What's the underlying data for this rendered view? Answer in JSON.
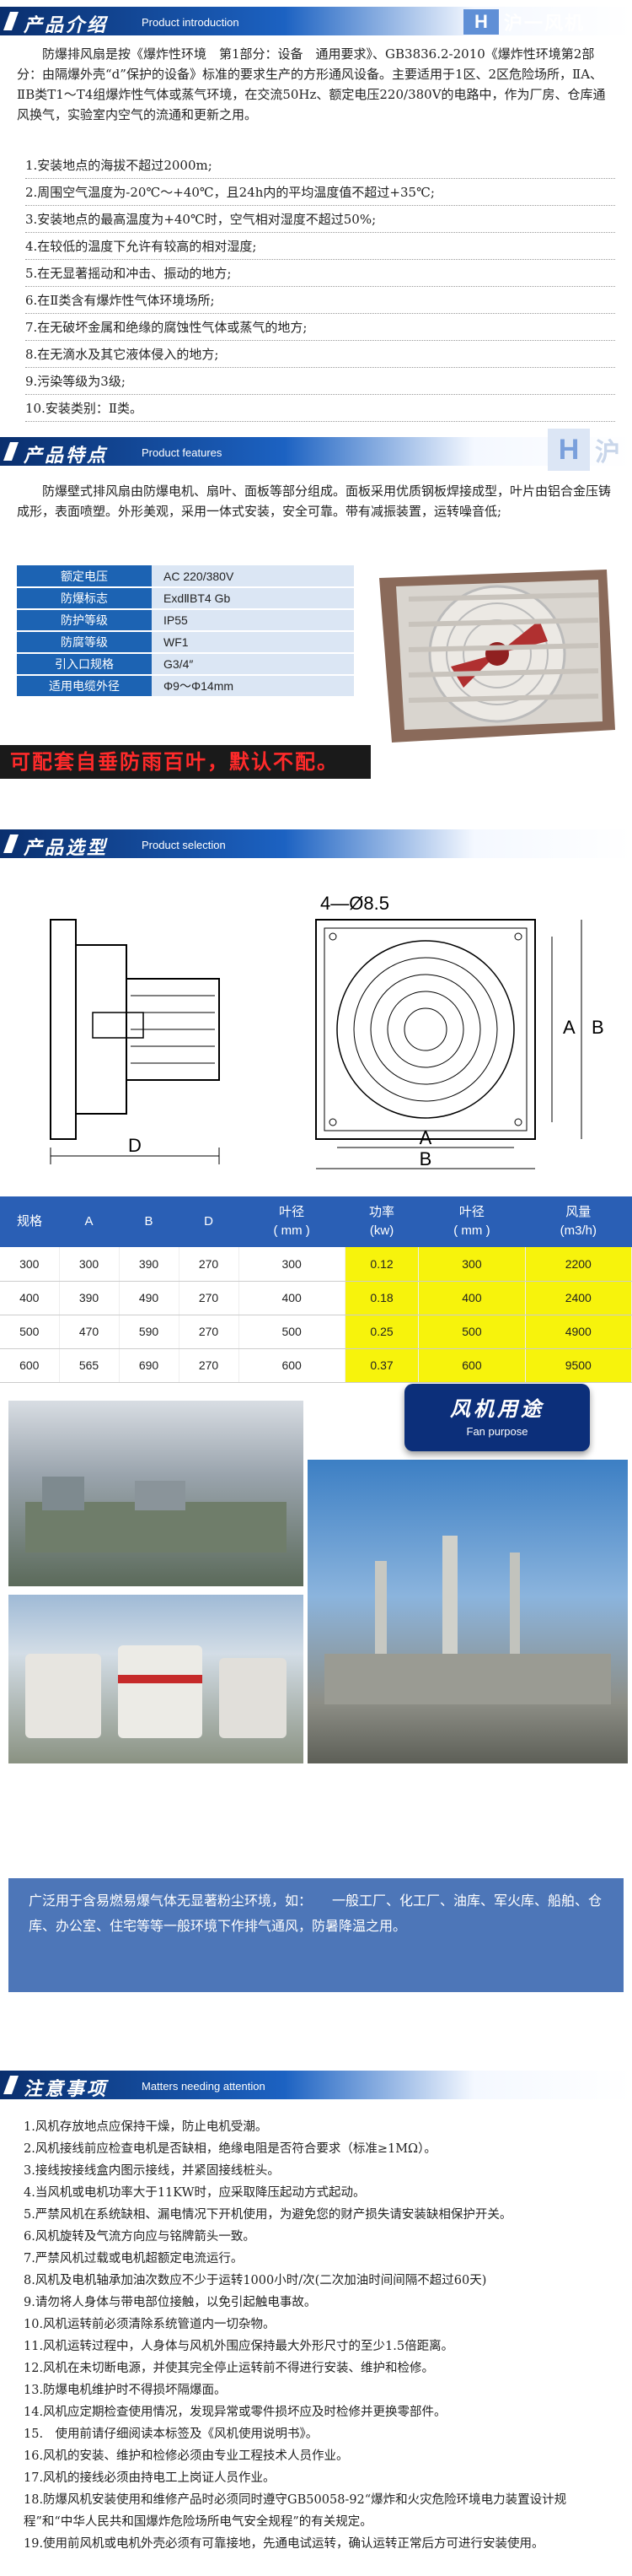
{
  "brand": {
    "mark": "H",
    "name": "沪一风机",
    "mark2": "沪"
  },
  "section1": {
    "title_zh": "产品介绍",
    "title_en": "Product introduction",
    "intro": "防爆排风扇是按《爆炸性环境　第1部分：设备　通用要求》、GB3836.2-2010《爆炸性环境第2部分：由隔爆外壳“d”保护的设备》标准的要求生产的方形通风设备。主要适用于1区、2区危险场所，ⅡA、ⅡB类T1～T4组爆炸性气体或蒸气环境，在交流50Hz、额定电压220/380V的电路中，作为厂房、仓库通风换气，实验室内空气的流通和更新之用。",
    "items": [
      "1.安装地点的海拔不超过2000m;",
      "2.周围空气温度为-20℃～+40℃，且24h内的平均温度值不超过+35℃;",
      "3.安装地点的最高温度为+40℃时，空气相对湿度不超过50%;",
      "4.在较低的温度下允许有较高的相对湿度;",
      "5.在无显著摇动和冲击、振动的地方;",
      "6.在Ⅱ类含有爆炸性气体环境场所;",
      "7.在无破坏金属和绝缘的腐蚀性气体或蒸气的地方;",
      "8.在无滴水及其它液体侵入的地方;",
      "9.污染等级为3级;",
      "10.安装类别：Ⅱ类。"
    ]
  },
  "section2": {
    "title_zh": "产品特点",
    "title_en": "Product features",
    "desc": "防爆壁式排风扇由防爆电机、扇叶、面板等部分组成。面板采用优质钢板焊接成型，叶片由铝合金压铸成形，表面喷塑。外形美观，采用一体式安装，安全可靠。带有减振装置，运转噪音低;",
    "specs": [
      {
        "k": "额定电压",
        "v": "AC 220/380V"
      },
      {
        "k": "防爆标志",
        "v": "ExdⅡBT4 Gb"
      },
      {
        "k": "防护等级",
        "v": "IP55"
      },
      {
        "k": "防腐等级",
        "v": "WF1"
      },
      {
        "k": "引入口规格",
        "v": "G3/4″"
      },
      {
        "k": "适用电缆外径",
        "v": "Φ9～Φ14mm"
      }
    ],
    "banner": "可配套自垂防雨百叶，默认不配。"
  },
  "section3": {
    "title_zh": "产品选型",
    "title_en": "Product selection",
    "drawing": {
      "hole_label": "4—Ø8.5",
      "A": "A",
      "B": "B",
      "D": "D"
    },
    "headers": [
      "规格",
      "A",
      "B",
      "D",
      "叶径\n( mm )",
      "功率\n(kw)",
      "叶径\n( mm )",
      "风量\n(m3/h)"
    ],
    "rows": [
      [
        "300",
        "300",
        "390",
        "270",
        "300",
        "0.12",
        "300",
        "2200"
      ],
      [
        "400",
        "390",
        "490",
        "270",
        "400",
        "0.18",
        "400",
        "2400"
      ],
      [
        "500",
        "470",
        "590",
        "270",
        "500",
        "0.25",
        "500",
        "4900"
      ],
      [
        "600",
        "565",
        "690",
        "270",
        "600",
        "0.37",
        "600",
        "9500"
      ]
    ]
  },
  "purpose": {
    "title_zh": "风机用途",
    "title_en": "Fan purpose",
    "usage": "广泛用于含易燃易爆气体无显著粉尘环境，如：　　一般工厂、化工厂、油库、军火库、船舶、仓库、办公室、住宅等等一般环境下作排气通风，防暑降温之用。"
  },
  "section4": {
    "title_zh": "注意事项",
    "title_en": "Matters needing attention",
    "notes": [
      "1.风机存放地点应保持干燥，防止电机受潮。",
      "2.风机接线前应检查电机是否缺相，绝缘电阻是否符合要求（标准≥1MΩ）。",
      "3.接线按接线盒内图示接线，并紧固接线桩头。",
      "4.当风机或电机功率大于11KW时，应采取降压起动方式起动。",
      "5.严禁风机在系统缺相、漏电情况下开机使用，为避免您的财产损失请安装缺相保护开关。",
      "6.风机旋转及气流方向应与铭牌箭头一致。",
      "7.严禁风机过载或电机超额定电流运行。",
      "8.风机及电机轴承加油次数应不少于运转1000小时/次(二次加油时间间隔不超过60天)",
      "9.请勿将人身体与带电部位接触，以免引起触电事故。",
      "10.风机运转前必须清除系统管道内一切杂物。",
      "11.风机运转过程中，人身体与风机外围应保持最大外形尺寸的至少1.5倍距离。",
      "12.风机在未切断电源，并使其完全停止运转前不得进行安装、维护和检修。",
      "13.防爆电机维护时不得损坏隔爆面。",
      "14.风机应定期检查使用情况，发现异常或零件损坏应及时检修并更换零部件。",
      "15.　使用前请仔细阅读本标签及《风机使用说明书》。",
      "16.风机的安装、维护和检修必须由专业工程技术人员作业。",
      "17.风机的接线必须由持电工上岗证人员作业。",
      "18.防爆风机安装使用和维修产品时必须同时遵守GB50058-92“爆炸和火灾危险环境电力装置设计规程”和“中华人民共和国爆炸危险场所电气安全规程”的有关规定。",
      "19.使用前风机或电机外壳必须有可靠接地，先通电试运转，确认运转正常后方可进行安装使用。"
    ]
  },
  "colors": {
    "header_blue": "#1c62c2",
    "spec_key": "#1c63b3",
    "highlight": "#f7f30c",
    "banner_red": "#ff2a2a"
  }
}
